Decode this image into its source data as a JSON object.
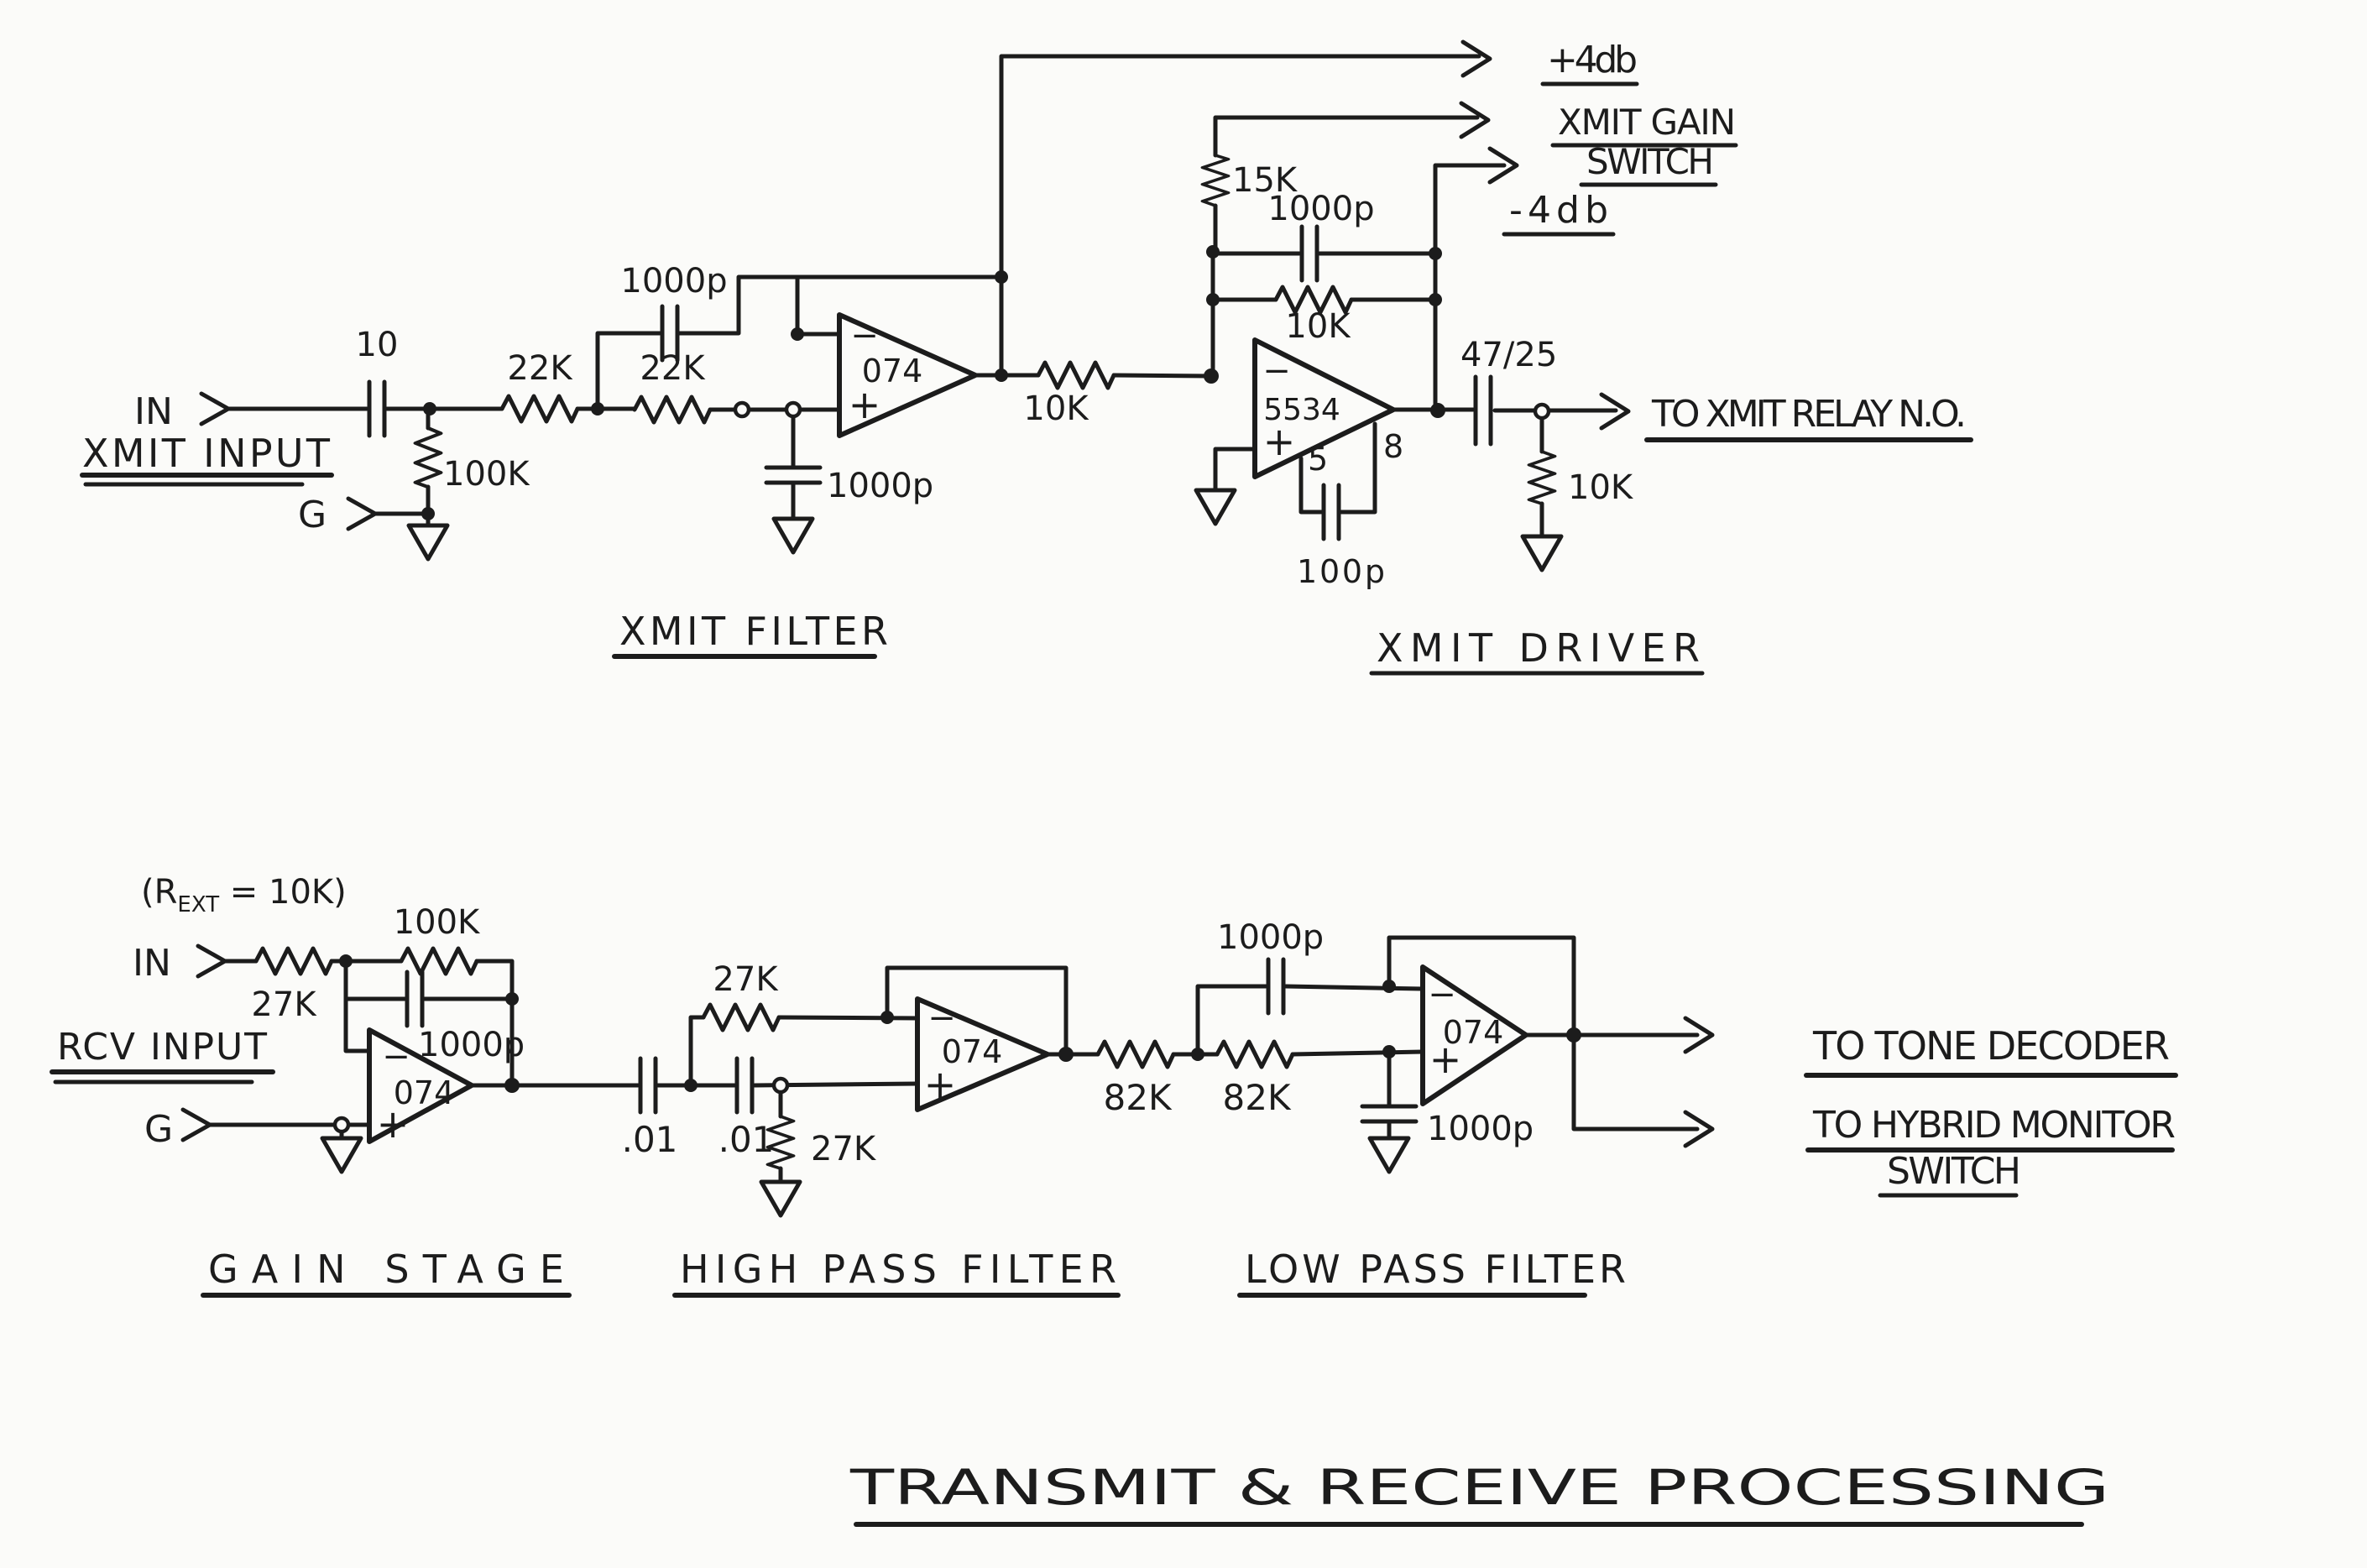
{
  "title": "TRANSMIT & RECEIVE PROCESSING",
  "xmit_input": {
    "in_label": "IN",
    "g_label": "G",
    "name": "XMIT INPUT"
  },
  "xmit_filter": {
    "section": "XMIT FILTER",
    "input_cap": "10",
    "shunt_resistor": "100K",
    "r1": "22K",
    "r2": "22K",
    "feedback_cap": "1000p",
    "ground_cap": "1000p",
    "output_resistor": "10K",
    "opamp": {
      "part": "074",
      "minus": "−",
      "plus": "+"
    }
  },
  "xmit_driver": {
    "section": "XMIT DRIVER",
    "gain_switch_resistor": "15K",
    "feedback_cap": "1000p",
    "feedback_resistor": "10K",
    "comp_cap": "100p",
    "output_cap": "47/25",
    "load_resistor": "10K",
    "plus_4db": "+4db",
    "minus_4db": "-4db",
    "gain_switch_line1": "XMIT GAIN",
    "gain_switch_line2": "SWITCH",
    "relay_output": "TO XMIT RELAY N.O.",
    "opamp": {
      "part": "5534",
      "minus": "−",
      "plus": "+",
      "pin5": "5",
      "pin8": "8"
    }
  },
  "rcv_input": {
    "note_prefix": "(R",
    "note_sub": "EXT",
    "note_suffix": " = 10K)",
    "in_label": "IN",
    "g_label": "G",
    "name": "RCV INPUT"
  },
  "gain_stage": {
    "section": "GAIN STAGE",
    "input_resistor": "27K",
    "feedback_resistor": "100K",
    "feedback_cap": "1000p",
    "opamp": {
      "part": "074",
      "minus": "−",
      "plus": "+"
    }
  },
  "high_pass": {
    "section": "HIGH PASS FILTER",
    "c1": ".01",
    "c2": ".01",
    "feedback_resistor": "27K",
    "ground_resistor": "27K",
    "opamp": {
      "part": "074",
      "minus": "−",
      "plus": "+"
    }
  },
  "low_pass": {
    "section": "LOW PASS FILTER",
    "r1": "82K",
    "r2": "82K",
    "feedback_cap": "1000p",
    "ground_cap": "1000p",
    "output1": "TO TONE DECODER",
    "output2_line1": "TO HYBRID MONITOR",
    "output2_line2": "SWITCH",
    "opamp": {
      "part": "074",
      "minus": "−",
      "plus": "+"
    }
  }
}
